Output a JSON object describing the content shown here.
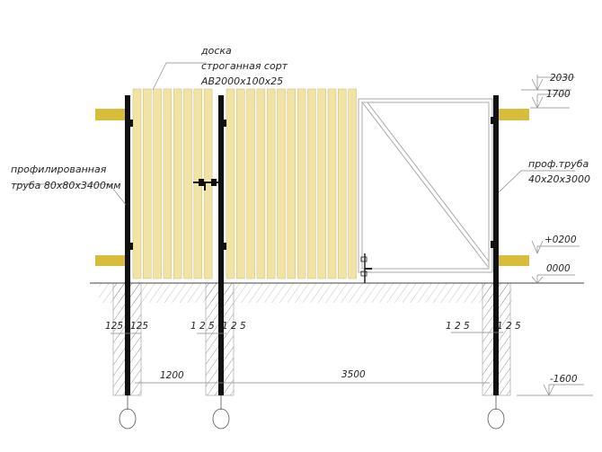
{
  "labels": {
    "board_line1": "доска",
    "board_line2": "строганная сорт",
    "board_line3": "АВ2000х100х25",
    "post_line1": "профилированная",
    "post_line2": "труба  80х80х3400мм",
    "frame_line1": "проф.труба",
    "frame_line2": "40х20х3000"
  },
  "elevations": {
    "e2030": "2030",
    "e1700": "1700",
    "e0200": "+0200",
    "e0000": "0000",
    "e1600": "-1600"
  },
  "dimensions": {
    "span_left": "1200",
    "span_right": "3500",
    "post1_left": "125",
    "post1_right": "125",
    "post2_left": "1 2 5",
    "post2_right": "1 2 5",
    "post3_left": "1 2 5",
    "post3_right": "1 2 5"
  },
  "colors": {
    "board": "#f1e3a4",
    "rail": "#d8bd3c",
    "post": "#111111",
    "frame": "#b8b8b8"
  }
}
